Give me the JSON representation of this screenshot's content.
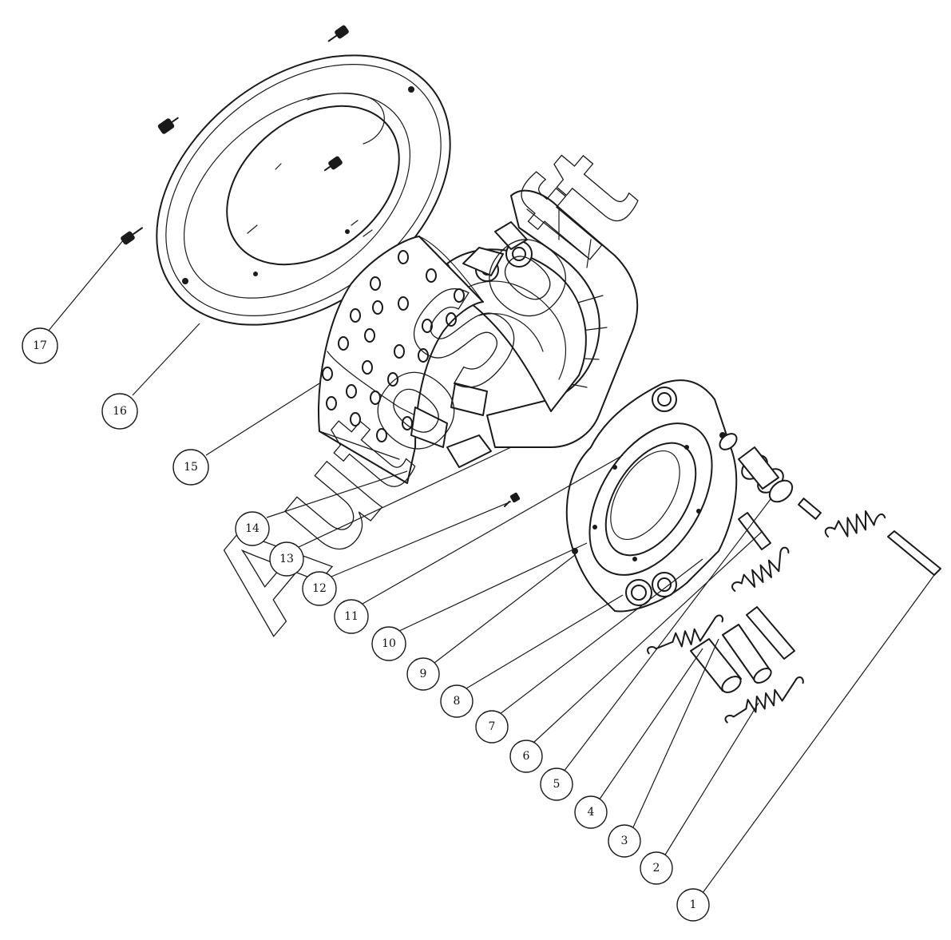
{
  "callouts": [
    {
      "id": "1",
      "label": "1"
    },
    {
      "id": "2",
      "label": "2"
    },
    {
      "id": "3",
      "label": "3"
    },
    {
      "id": "4",
      "label": "4"
    },
    {
      "id": "5",
      "label": "5"
    },
    {
      "id": "6",
      "label": "6"
    },
    {
      "id": "7",
      "label": "7"
    },
    {
      "id": "8",
      "label": "8"
    },
    {
      "id": "9",
      "label": "9"
    },
    {
      "id": "10",
      "label": "10"
    },
    {
      "id": "11",
      "label": "11"
    },
    {
      "id": "12",
      "label": "12"
    },
    {
      "id": "13",
      "label": "13"
    },
    {
      "id": "14",
      "label": "14"
    },
    {
      "id": "15",
      "label": "15"
    },
    {
      "id": "16",
      "label": "16"
    },
    {
      "id": "17",
      "label": "17"
    }
  ],
  "watermark": "AutoSoft",
  "colors": {
    "line": "#1a1a1a",
    "background": "#ffffff"
  }
}
